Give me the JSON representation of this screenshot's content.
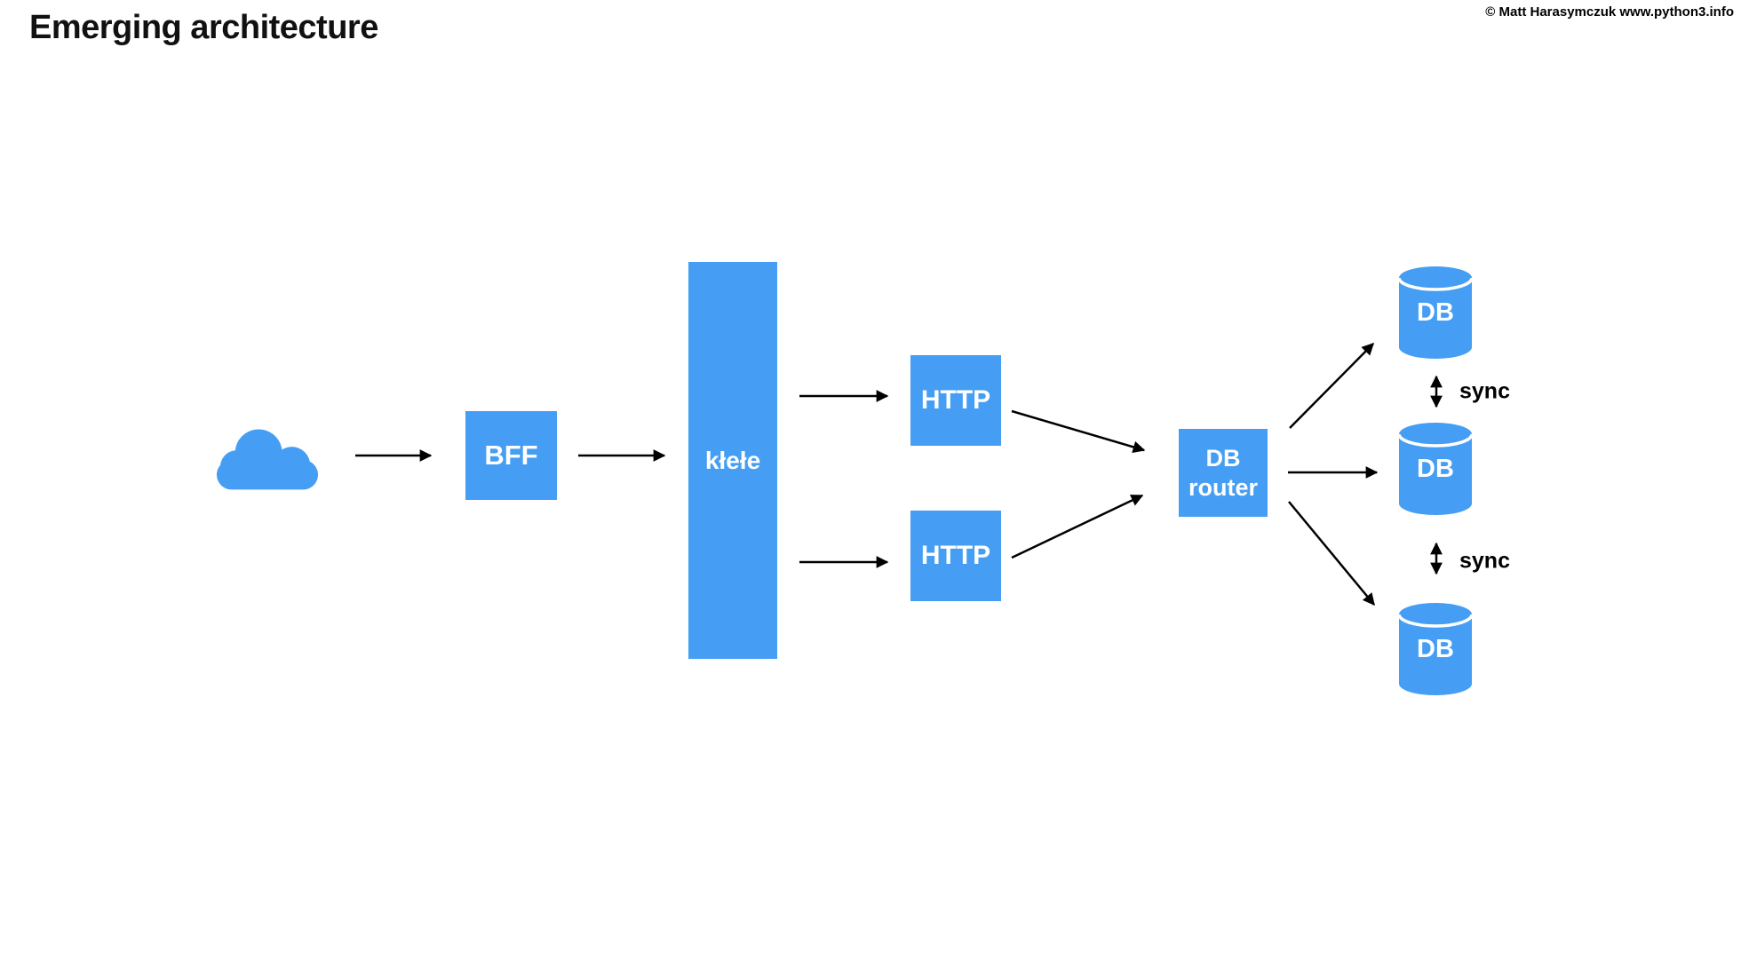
{
  "page": {
    "title": "Emerging architecture",
    "copyright": "© Matt Harasymczuk www.python3.info"
  },
  "colors": {
    "node_blue": "#459EF4",
    "arrow_black": "#000000",
    "background_white": "#FFFFFF",
    "node_text_white": "#FFFFFF"
  },
  "nodes": {
    "cloud": {
      "icon": "cloud-icon"
    },
    "bff": {
      "label": "BFF"
    },
    "klele": {
      "label": "kłełe"
    },
    "http_top": {
      "label": "HTTP"
    },
    "http_bottom": {
      "label": "HTTP"
    },
    "db_router": {
      "line1": "DB",
      "line2": "router"
    },
    "db_top": {
      "label": "DB"
    },
    "db_middle": {
      "label": "DB"
    },
    "db_bottom": {
      "label": "DB"
    }
  },
  "annotations": {
    "sync_top": "sync",
    "sync_bottom": "sync"
  },
  "edges": [
    {
      "from": "cloud",
      "to": "bff",
      "style": "arrow"
    },
    {
      "from": "bff",
      "to": "klele",
      "style": "arrow"
    },
    {
      "from": "klele",
      "to": "http_top",
      "style": "arrow"
    },
    {
      "from": "klele",
      "to": "http_bottom",
      "style": "arrow"
    },
    {
      "from": "http_top",
      "to": "db_router",
      "style": "arrow"
    },
    {
      "from": "http_bottom",
      "to": "db_router",
      "style": "arrow"
    },
    {
      "from": "db_router",
      "to": "db_top",
      "style": "arrow"
    },
    {
      "from": "db_router",
      "to": "db_middle",
      "style": "arrow"
    },
    {
      "from": "db_router",
      "to": "db_bottom",
      "style": "arrow"
    },
    {
      "from": "db_top",
      "to": "db_middle",
      "style": "double-arrow",
      "label": "sync"
    },
    {
      "from": "db_middle",
      "to": "db_bottom",
      "style": "double-arrow",
      "label": "sync"
    }
  ]
}
